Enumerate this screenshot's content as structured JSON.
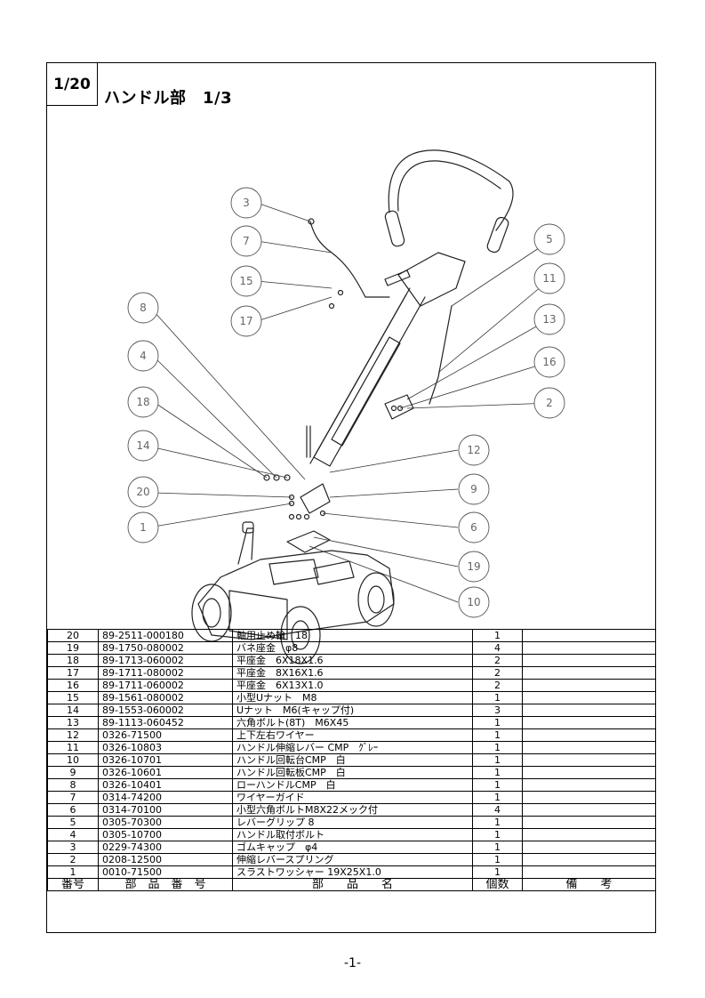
{
  "header": {
    "page_box": "1/20",
    "title": "ハンドル部　1/3"
  },
  "callouts": [
    "3",
    "7",
    "15",
    "17",
    "8",
    "4",
    "18",
    "14",
    "20",
    "1",
    "5",
    "11",
    "13",
    "16",
    "2",
    "12",
    "9",
    "6",
    "19",
    "10"
  ],
  "table": {
    "headers": [
      "番号",
      "部　品　番　号",
      "部　　品　　名",
      "個数",
      "備　　考"
    ],
    "rows": [
      {
        "no": "20",
        "code": "89-2511-000180",
        "name": "軸用止め輪　18",
        "qty": "1",
        "note": ""
      },
      {
        "no": "19",
        "code": "89-1750-080002",
        "name": "バネ座金　φ8",
        "qty": "4",
        "note": ""
      },
      {
        "no": "18",
        "code": "89-1713-060002",
        "name": "平座金　6X18X1.6",
        "qty": "2",
        "note": ""
      },
      {
        "no": "17",
        "code": "89-1711-080002",
        "name": "平座金　8X16X1.6",
        "qty": "2",
        "note": ""
      },
      {
        "no": "16",
        "code": "89-1711-060002",
        "name": "平座金　6X13X1.0",
        "qty": "2",
        "note": ""
      },
      {
        "no": "15",
        "code": "89-1561-080002",
        "name": "小型Uナット　M8",
        "qty": "1",
        "note": ""
      },
      {
        "no": "14",
        "code": "89-1553-060002",
        "name": "Uナット　M6(キャップ付)",
        "qty": "3",
        "note": ""
      },
      {
        "no": "13",
        "code": "89-1113-060452",
        "name": "六角ボルト(8T)　M6X45",
        "qty": "1",
        "note": ""
      },
      {
        "no": "12",
        "code": "0326-71500",
        "name": "上下左右ワイヤー",
        "qty": "1",
        "note": ""
      },
      {
        "no": "11",
        "code": "0326-10803",
        "name": "ハンドル伸縮レバー CMP　ｸﾞﾚｰ",
        "qty": "1",
        "note": ""
      },
      {
        "no": "10",
        "code": "0326-10701",
        "name": "ハンドル回転台CMP　白",
        "qty": "1",
        "note": ""
      },
      {
        "no": "9",
        "code": "0326-10601",
        "name": "ハンドル回転板CMP　白",
        "qty": "1",
        "note": ""
      },
      {
        "no": "8",
        "code": "0326-10401",
        "name": "ローハンドルCMP　白",
        "qty": "1",
        "note": ""
      },
      {
        "no": "7",
        "code": "0314-74200",
        "name": "ワイヤーガイド",
        "qty": "1",
        "note": ""
      },
      {
        "no": "6",
        "code": "0314-70100",
        "name": "小型六角ボルトM8X22メック付",
        "qty": "4",
        "note": ""
      },
      {
        "no": "5",
        "code": "0305-70300",
        "name": "レバーグリップ 8",
        "qty": "1",
        "note": ""
      },
      {
        "no": "4",
        "code": "0305-10700",
        "name": "ハンドル取付ボルト",
        "qty": "1",
        "note": ""
      },
      {
        "no": "3",
        "code": "0229-74300",
        "name": "ゴムキャップ　φ4",
        "qty": "1",
        "note": ""
      },
      {
        "no": "2",
        "code": "0208-12500",
        "name": "伸縮レバースプリング",
        "qty": "1",
        "note": ""
      },
      {
        "no": "1",
        "code": "0010-71500",
        "name": "スラストワッシャー 19X25X1.0",
        "qty": "1",
        "note": ""
      }
    ]
  },
  "footer": {
    "page_number": "-1-"
  }
}
